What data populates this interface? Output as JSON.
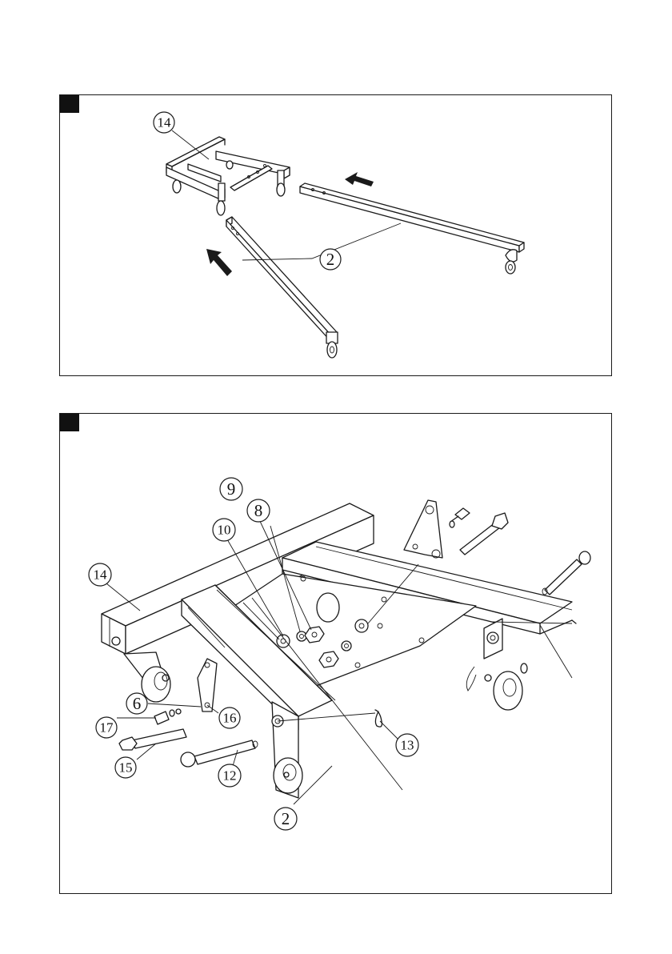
{
  "figure1": {
    "callouts": [
      {
        "id": "c14",
        "label": "14"
      },
      {
        "id": "c2",
        "label": "2"
      }
    ]
  },
  "figure2": {
    "callouts": [
      {
        "id": "c9",
        "label": "9"
      },
      {
        "id": "c8",
        "label": "8"
      },
      {
        "id": "c10",
        "label": "10"
      },
      {
        "id": "c14",
        "label": "14"
      },
      {
        "id": "c6",
        "label": "6"
      },
      {
        "id": "c17",
        "label": "17"
      },
      {
        "id": "c16",
        "label": "16"
      },
      {
        "id": "c15",
        "label": "15"
      },
      {
        "id": "c12",
        "label": "12"
      },
      {
        "id": "c13",
        "label": "13"
      },
      {
        "id": "c2",
        "label": "2"
      }
    ]
  },
  "colors": {
    "line": "#1a1a1a",
    "background": "#ffffff",
    "tab": "#111111"
  }
}
